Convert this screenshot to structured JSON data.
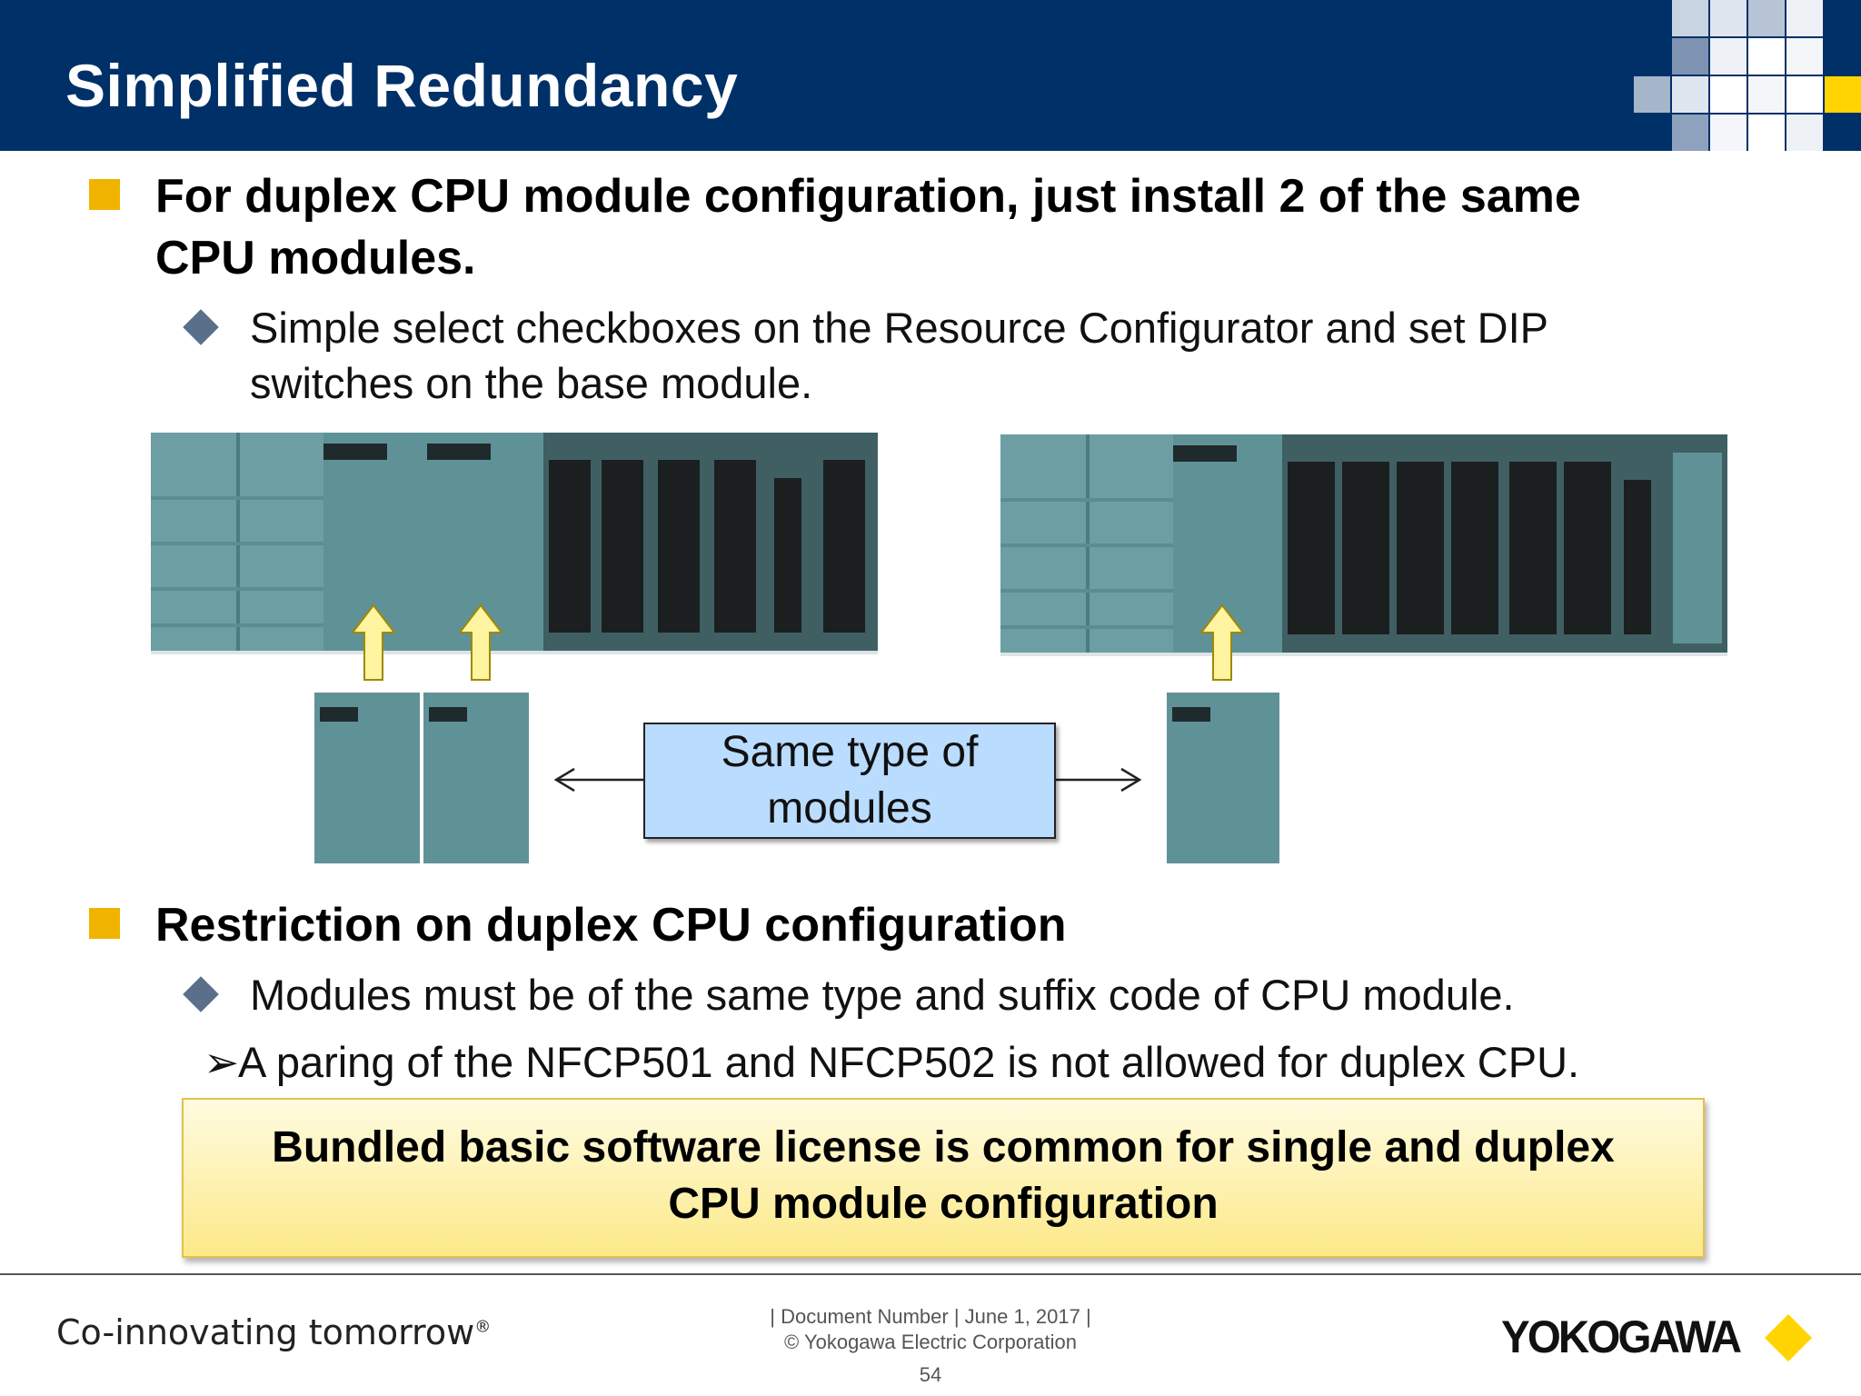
{
  "slide": {
    "title": "Simplified Redundancy"
  },
  "body": {
    "bullet1": {
      "line1": "For duplex CPU module configuration, just install 2 of the same",
      "line2": "CPU modules."
    },
    "sub1": {
      "line1": "Simple select checkboxes on the Resource Configurator and set DIP",
      "line2": "switches on the base module."
    },
    "callout": {
      "line1": "Same type of",
      "line2": "modules"
    },
    "bullet2": "Restriction on duplex CPU configuration",
    "sub2": "Modules must be of the same type and suffix code of CPU module.",
    "sub3": "A paring of the NFCP501 and NFCP502 is not allowed for duplex CPU.",
    "note": {
      "line1": "Bundled basic software license is common for single and duplex",
      "line2": "CPU module configuration"
    }
  },
  "footer": {
    "slogan": "Co-innovating tomorrow",
    "slogan_mark": "®",
    "doc_line": "| Document Number | June 1, 2017 |",
    "copyright": "© Yokogawa Electric Corporation",
    "page": "54",
    "logo_text": "YOKOGAWA"
  },
  "colors": {
    "header": "#003068",
    "bullet": "#f0b400",
    "callout": "#b9dcff",
    "note": "#fce989",
    "module": "#5f9297"
  },
  "icons": [
    "square-bullet",
    "diamond-bullet",
    "arrow-bullet",
    "up-arrow-icon",
    "double-arrow-icon",
    "yokogawa-diamond-icon"
  ]
}
